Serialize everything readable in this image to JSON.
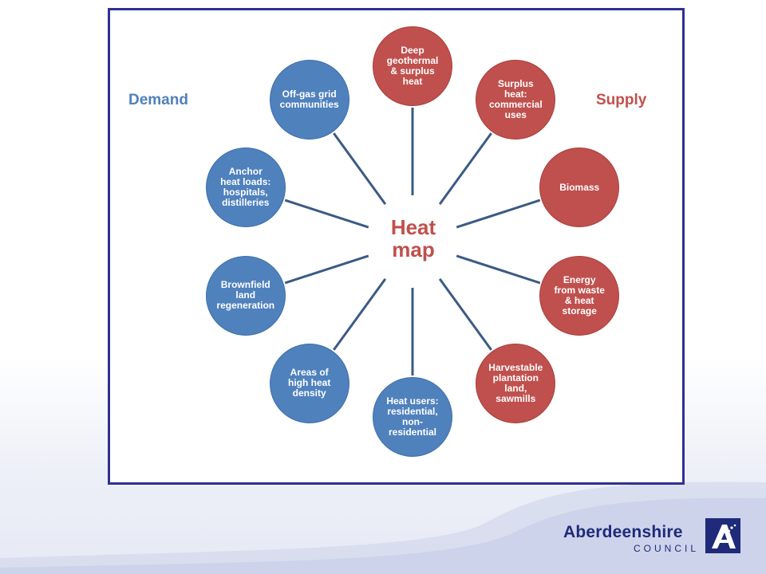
{
  "diagram": {
    "center": "Heat\nmap",
    "demand_label": "Demand",
    "supply_label": "Supply",
    "nodes": [
      {
        "id": "deep-geothermal",
        "group": "supply",
        "label": "Deep\ngeothermal\n& surplus\nheat"
      },
      {
        "id": "surplus-heat-commercial",
        "group": "supply",
        "label": "Surplus\nheat:\ncommercial\nuses"
      },
      {
        "id": "biomass",
        "group": "supply",
        "label": "Biomass"
      },
      {
        "id": "energy-from-waste",
        "group": "supply",
        "label": "Energy\nfrom waste\n& heat\nstorage"
      },
      {
        "id": "harvestable-plantation",
        "group": "supply",
        "label": "Harvestable\nplantation\nland,\nsawmills"
      },
      {
        "id": "heat-users",
        "group": "demand",
        "label": "Heat users:\nresidential,\nnon-\nresidential"
      },
      {
        "id": "high-heat-density",
        "group": "demand",
        "label": "Areas of\nhigh heat\ndensity"
      },
      {
        "id": "brownfield-land",
        "group": "demand",
        "label": "Brownfield\nland\nregeneration"
      },
      {
        "id": "anchor-heat-loads",
        "group": "demand",
        "label": "Anchor\nheat loads:\nhospitals,\ndistilleries"
      },
      {
        "id": "off-gas-grid",
        "group": "demand",
        "label": "Off-gas grid\ncommunities"
      }
    ]
  },
  "logo": {
    "name": "Aberdeenshire",
    "subtitle": "COUNCIL"
  },
  "colors": {
    "demand": "#4f81bd",
    "supply": "#c0504d",
    "connector": "#3b5a86",
    "frame": "#2e3192",
    "logo": "#1f2a7a"
  }
}
